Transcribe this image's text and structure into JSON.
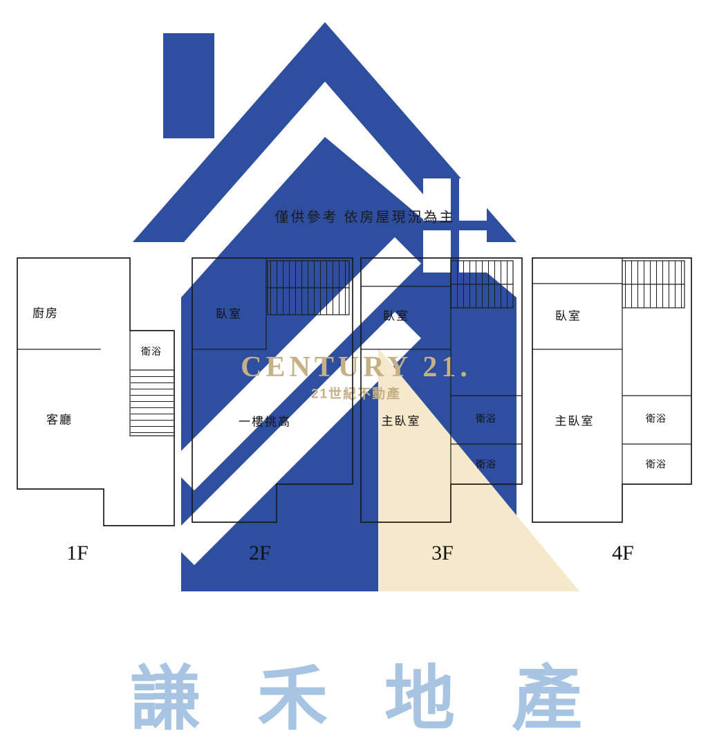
{
  "note": {
    "text": "僅供參考 依房屋現況為主"
  },
  "watermark": {
    "brand": "CENTURY 21.",
    "brand_sub": "21世紀不動產",
    "company": "謙禾地產",
    "colors": {
      "house_blue": "#2e4f9f",
      "triangle_beige": "#f6e9cb",
      "brand_gold": "#c6b085",
      "company_blue": "#a7c4e2",
      "line_black": "#1a1a1a"
    },
    "icons": {
      "house_logo": "century21-house-icon",
      "window": "four-pane-window-icon"
    }
  },
  "floors": [
    {
      "label": "1F",
      "rooms": {
        "kitchen": "廚房",
        "bath": "衛浴",
        "living": "客廳"
      }
    },
    {
      "label": "2F",
      "rooms": {
        "bedroom": "臥室",
        "void": "一樓挑高"
      }
    },
    {
      "label": "3F",
      "rooms": {
        "bedroom": "臥室",
        "master": "主臥室",
        "bath1": "衛浴",
        "bath2": "衛浴"
      }
    },
    {
      "label": "4F",
      "rooms": {
        "bedroom": "臥室",
        "master": "主臥室",
        "bath1": "衛浴",
        "bath2": "衛浴"
      }
    }
  ]
}
